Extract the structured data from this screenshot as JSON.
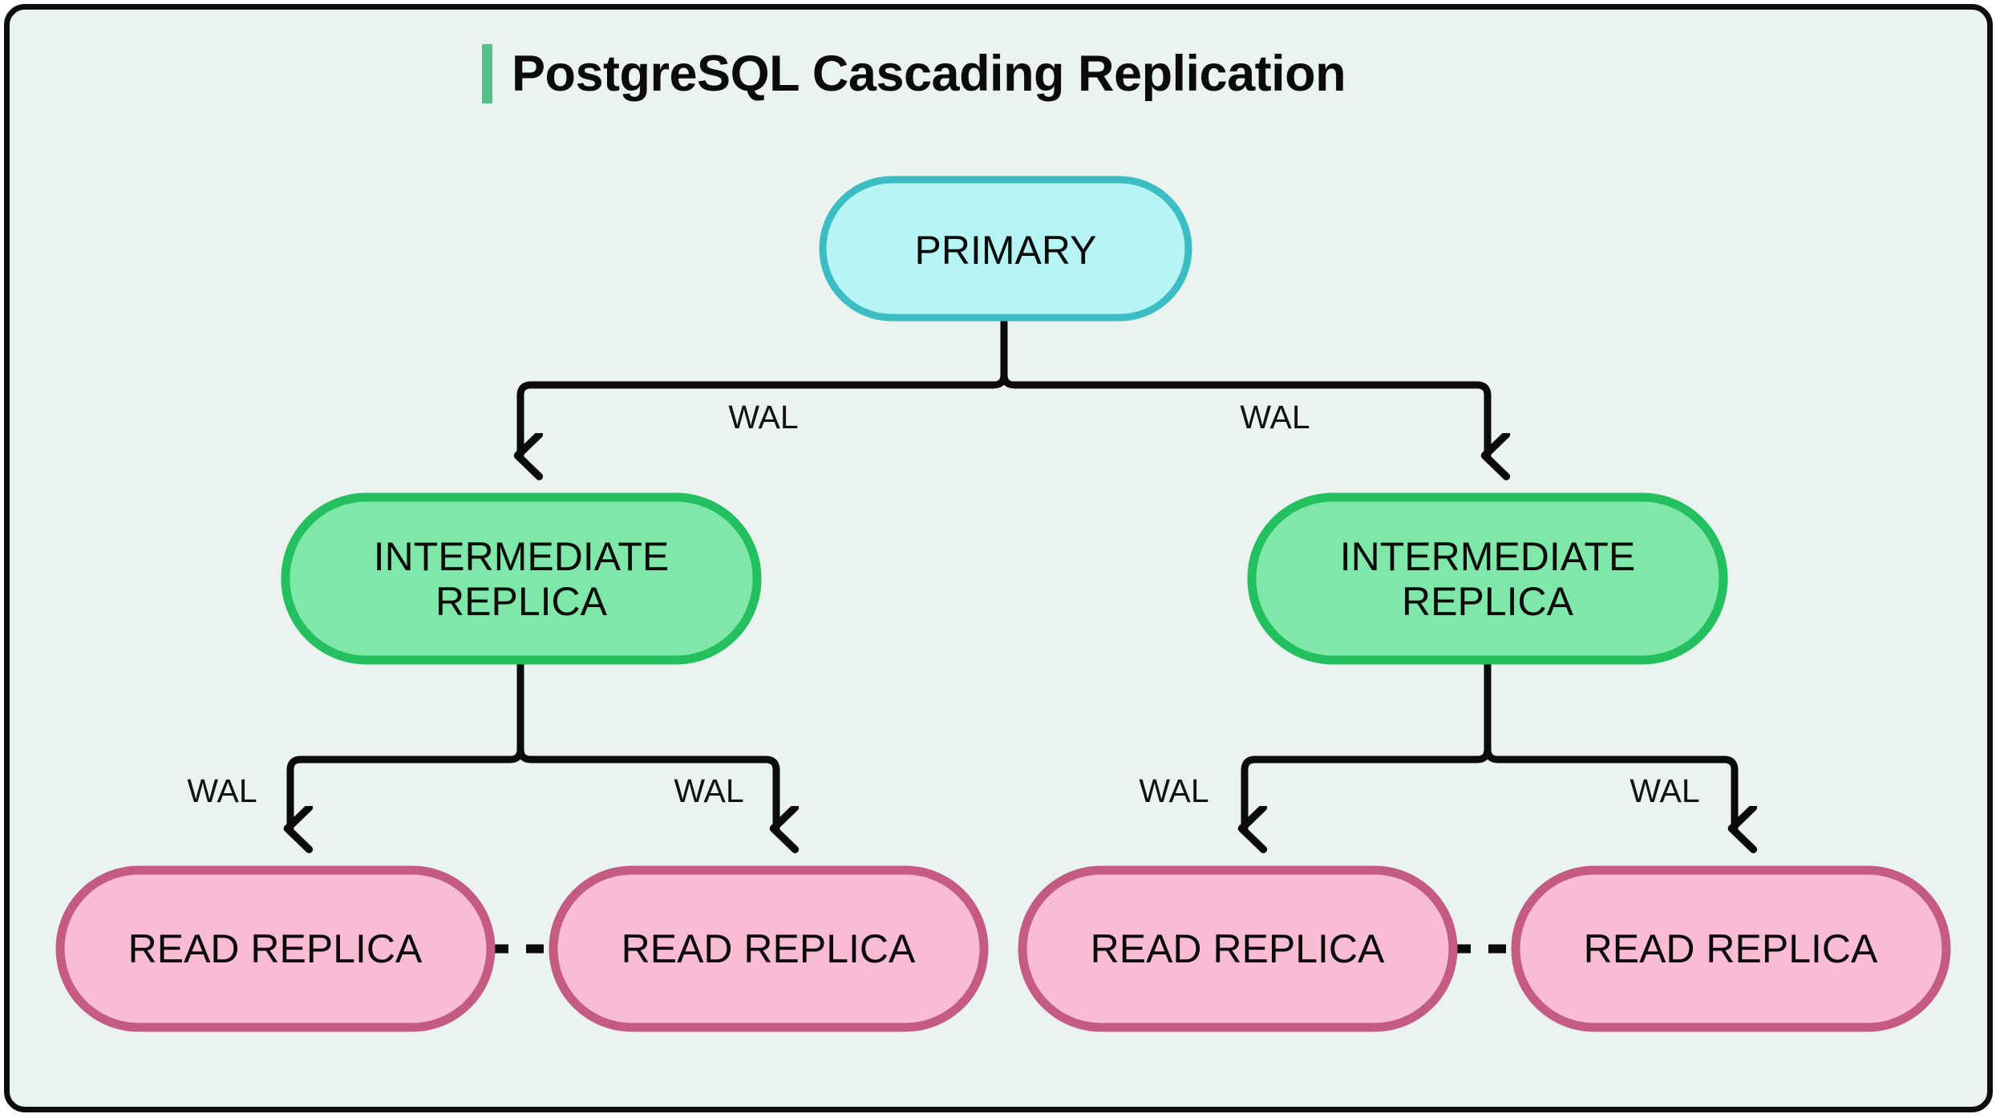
{
  "page": {
    "background": "#ffffff",
    "canvas_background": "#eaf3ef",
    "canvas_border_color": "#0d0d0d"
  },
  "header": {
    "title": "PostgreSQL Cascading Replication",
    "accent_color": "#57c08a"
  },
  "diagram": {
    "type": "tree",
    "orientation": "top-down",
    "connector_color": "#0b0b0b",
    "nodes": [
      {
        "id": "primary",
        "label": "PRIMARY",
        "tier": 0,
        "shape": "pill",
        "fill": "#b6f5f6",
        "stroke": "#3cbcc3"
      },
      {
        "id": "intermediate-left",
        "label_line1": "INTERMEDIATE",
        "label_line2": "REPLICA",
        "tier": 1,
        "shape": "pill",
        "fill": "#7fe7a7",
        "stroke": "#24bf5f"
      },
      {
        "id": "intermediate-right",
        "label_line1": "INTERMEDIATE",
        "label_line2": "REPLICA",
        "tier": 1,
        "shape": "pill",
        "fill": "#7fe7a7",
        "stroke": "#24bf5f"
      },
      {
        "id": "read-replica-1",
        "label": "READ REPLICA",
        "tier": 2,
        "shape": "pill",
        "fill": "#f9bcd4",
        "stroke": "#c45b82"
      },
      {
        "id": "read-replica-2",
        "label": "READ REPLICA",
        "tier": 2,
        "shape": "pill",
        "fill": "#f9bcd4",
        "stroke": "#c45b82"
      },
      {
        "id": "read-replica-3",
        "label": "READ REPLICA",
        "tier": 2,
        "shape": "pill",
        "fill": "#f9bcd4",
        "stroke": "#c45b82"
      },
      {
        "id": "read-replica-4",
        "label": "READ REPLICA",
        "tier": 2,
        "shape": "pill",
        "fill": "#f9bcd4",
        "stroke": "#c45b82"
      }
    ],
    "edges": [
      {
        "id": "e1",
        "from": "primary",
        "to": "intermediate-left",
        "label": "WAL",
        "style": "solid",
        "arrow": true
      },
      {
        "id": "e2",
        "from": "primary",
        "to": "intermediate-right",
        "label": "WAL",
        "style": "solid",
        "arrow": true
      },
      {
        "id": "e3",
        "from": "intermediate-left",
        "to": "read-replica-1",
        "label": "WAL",
        "style": "solid",
        "arrow": true
      },
      {
        "id": "e4",
        "from": "intermediate-left",
        "to": "read-replica-2",
        "label": "WAL",
        "style": "solid",
        "arrow": true
      },
      {
        "id": "e5",
        "from": "intermediate-right",
        "to": "read-replica-3",
        "label": "WAL",
        "style": "solid",
        "arrow": true
      },
      {
        "id": "e6",
        "from": "intermediate-right",
        "to": "read-replica-4",
        "label": "WAL",
        "style": "solid",
        "arrow": true
      },
      {
        "id": "e7",
        "from": "read-replica-1",
        "to": "read-replica-2",
        "label": "",
        "style": "dashed",
        "arrow": false
      },
      {
        "id": "e8",
        "from": "read-replica-3",
        "to": "read-replica-4",
        "label": "",
        "style": "dashed",
        "arrow": false
      }
    ]
  }
}
